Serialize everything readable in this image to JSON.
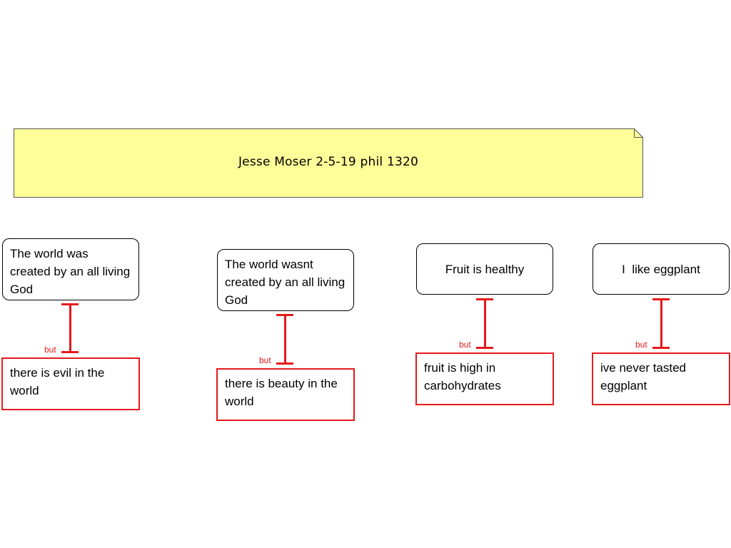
{
  "title": "Jesse Moser 2-5-19 phil 1320",
  "colors": {
    "note_fill": "#ffff99",
    "objection_red": "#e41a1c"
  },
  "arguments": [
    {
      "claim": "The world was created by an all living God",
      "connector_label": "but",
      "objection": "there is evil in the world"
    },
    {
      "claim": "The world wasnt created by an all living God",
      "connector_label": "but",
      "objection": "there is beauty in the world"
    },
    {
      "claim": "Fruit is healthy",
      "connector_label": "but",
      "objection": "fruit is high in carbohydrates"
    },
    {
      "claim": "I  like eggplant",
      "connector_label": "but",
      "objection": "ive never tasted eggplant"
    }
  ]
}
